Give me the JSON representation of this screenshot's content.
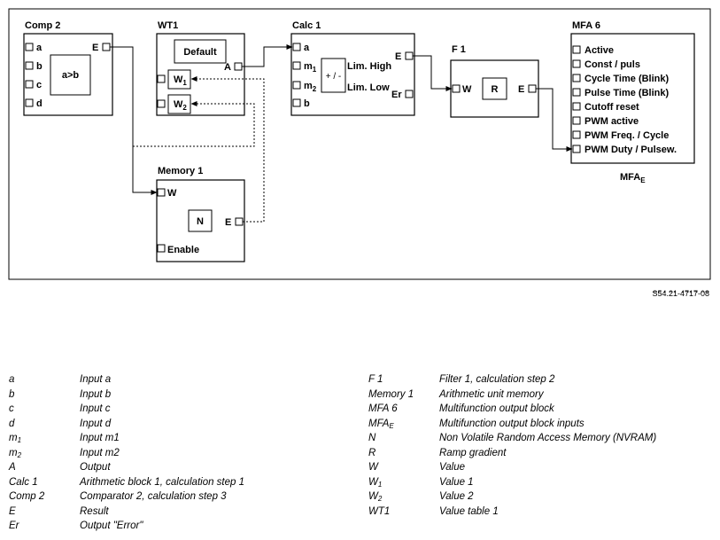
{
  "diagram": {
    "comp2": {
      "title": "Comp 2",
      "inputs": [
        "a",
        "b",
        "c",
        "d"
      ],
      "output": "E",
      "operation": "a>b"
    },
    "wt1": {
      "title": "WT1",
      "default_label": "Default",
      "w1_main": "W",
      "w1_sub": "1",
      "w2_main": "W",
      "w2_sub": "2",
      "output": "A"
    },
    "calc1": {
      "title": "Calc 1",
      "input_a": "a",
      "input_m1_main": "m",
      "input_m1_sub": "1",
      "input_m2_main": "m",
      "input_m2_sub": "2",
      "input_b": "b",
      "operation": "+ / -",
      "lim_high": "Lim. High",
      "lim_low": "Lim. Low",
      "output_e": "E",
      "output_er": "Er"
    },
    "f1": {
      "title": "F 1",
      "input": "W",
      "ramp": "R",
      "output": "E"
    },
    "memory1": {
      "title": "Memory 1",
      "input_w": "W",
      "nvram": "N",
      "output": "E",
      "enable": "Enable"
    },
    "mfa6": {
      "title": "MFA 6",
      "inputs": [
        "Active",
        "Const / puls",
        "Cycle Time (Blink)",
        "Pulse Time (Blink)",
        "Cutoff reset",
        "PWM active",
        "PWM Freq. / Cycle",
        "PWM Duty / Pulsew."
      ],
      "footer_main": "MFA",
      "footer_sub": "E"
    },
    "figure_id": "S54.21-4717-08"
  },
  "legend": {
    "left": [
      {
        "term": "a",
        "desc": "Input a"
      },
      {
        "term": "b",
        "desc": "Input b"
      },
      {
        "term": "c",
        "desc": "Input c"
      },
      {
        "term": "d",
        "desc": "Input d"
      },
      {
        "term_main": "m",
        "term_sub": "1",
        "desc": "Input m1"
      },
      {
        "term_main": "m",
        "term_sub": "2",
        "desc": "Input m2"
      },
      {
        "term": "A",
        "desc": "Output"
      },
      {
        "term": "Calc 1",
        "desc": "Arithmetic block 1, calculation step 1"
      },
      {
        "term": "Comp 2",
        "desc": "Comparator 2, calculation step 3"
      },
      {
        "term": "E",
        "desc": "Result"
      },
      {
        "term": "Er",
        "desc": "Output \"Error\""
      }
    ],
    "right": [
      {
        "term": "F 1",
        "desc": "Filter 1, calculation step 2"
      },
      {
        "term": "Memory 1",
        "desc": "Arithmetic unit memory"
      },
      {
        "term": "MFA 6",
        "desc": "Multifunction output block"
      },
      {
        "term_main": "MFA",
        "term_sub": "E",
        "desc": "Multifunction output block inputs"
      },
      {
        "term": "N",
        "desc": "Non Volatile Random Access Memory (NVRAM)"
      },
      {
        "term": "R",
        "desc": "Ramp gradient"
      },
      {
        "term": "W",
        "desc": "Value"
      },
      {
        "term_main": "W",
        "term_sub": "1",
        "desc": "Value 1"
      },
      {
        "term_main": "W",
        "term_sub": "2",
        "desc": "Value 2"
      },
      {
        "term": "WT1",
        "desc": "Value table 1"
      }
    ]
  }
}
